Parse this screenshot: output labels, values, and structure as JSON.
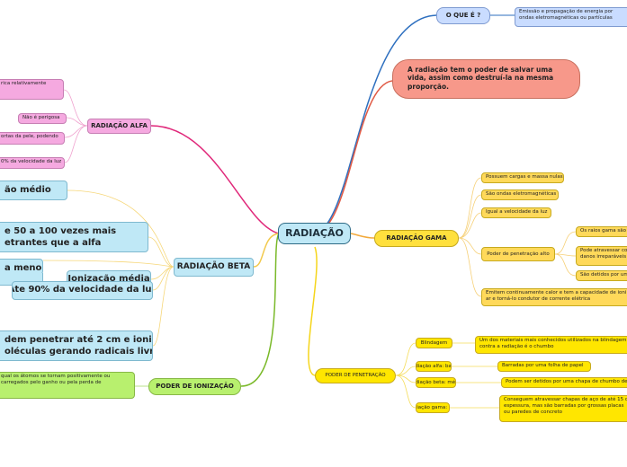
{
  "root": "RADIAÇÃO",
  "o_que_e": {
    "title": "O QUE É ?",
    "definition": "Emissão e propagação de energia por ondas eletromagnéticas ou partículas"
  },
  "note": "A radiação tem o poder de salvar uma vida, assim como destruí-la na mesma proporção.",
  "alfa": {
    "title": "RADIAÇÃO ALFA",
    "items": [
      "rica relativamente",
      "Não é perigosa",
      "ortas da pele, podendo",
      "0% da velocidade da luz"
    ]
  },
  "beta": {
    "title": "RADIAÇÃO BETA",
    "items": [
      "ão médio",
      "e 50 a 100 vezes mais\netrantes que a alfa",
      "a menor,",
      "Ionização média",
      "Ate 90% da velocidade da luz",
      "dem penetrar até 2 cm e ionizar\noléculas gerando radicais livres"
    ]
  },
  "ionizacao": {
    "title": "PODER DE IONIZAÇÃO",
    "detail": "qual os átomos se tornam positivamente ou\ncarregados pelo ganho ou pela perda de"
  },
  "gama": {
    "title": "RADIAÇÃO GAMA",
    "items": [
      "Possuem cargas e massa nulas",
      "São ondas eletromagnéticas",
      "Igual a velocidade da luz",
      "Poder de penetração alto",
      "Emitem continuamente calor e tem a capacidade de ioni\nar e torná-lo condutor de corrente elétrica"
    ],
    "penetration_sub": [
      "Os raios gama são",
      "Pode atravessar co\ndanos irreparáveis",
      "São detidos por um"
    ]
  },
  "penetracao": {
    "title": "PODER DE PENETRAÇÃO",
    "items": [
      {
        "label": "Blindagem",
        "detail": "Um dos materiais mais conhecidos utilizados na blindagem\ncontra a radiação é o chumbo"
      },
      {
        "label": "Radiação alfa: baixo",
        "detail": "Barradas por uma folha de papel"
      },
      {
        "label": "Radiação beta: médio",
        "detail": "Podem ser detidos por uma chapa de chumbo de"
      },
      {
        "label": "Radiação gama: alta",
        "detail": "Conseguem atravessar chapas de aço de até 15 c\nespessura, mas são barradas por grossas placas\nou paredes de concreto"
      }
    ]
  },
  "colors": {
    "alfa": "#e0287a",
    "beta": "#f2c94c",
    "gama": "#f2a93b",
    "ionizacao": "#7ab929",
    "oque": "#2d6fbf",
    "note": "#e05a45",
    "penetracao": "#f5d51a"
  }
}
